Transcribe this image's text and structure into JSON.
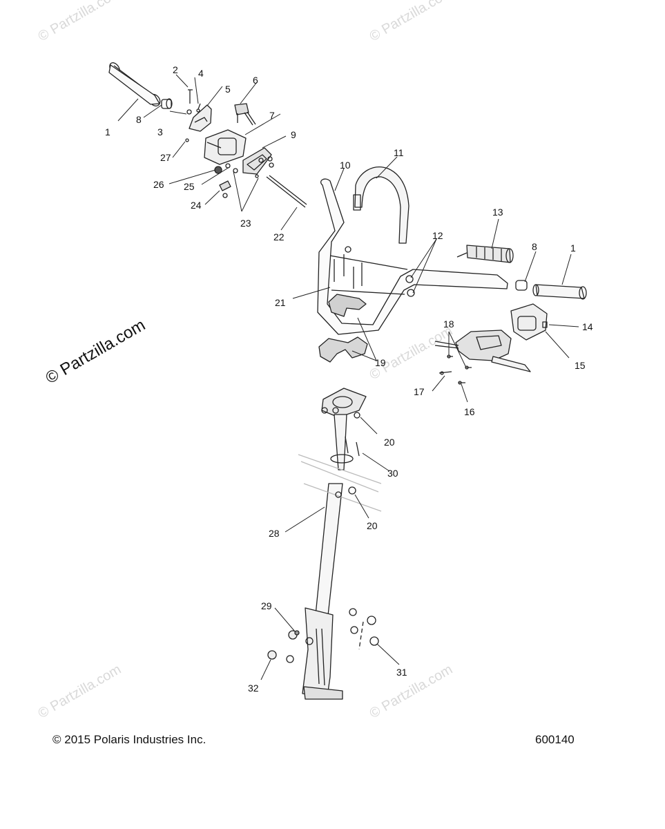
{
  "watermark": {
    "big": "© Partzilla.com",
    "small": "© Partzilla.com"
  },
  "callouts": [
    "1",
    "2",
    "3",
    "4",
    "5",
    "6",
    "7",
    "8",
    "9",
    "10",
    "11",
    "12",
    "13",
    "1",
    "8",
    "14",
    "15",
    "16",
    "17",
    "18",
    "19",
    "20",
    "20",
    "21",
    "22",
    "23",
    "24",
    "25",
    "26",
    "27",
    "28",
    "29",
    "30",
    "31",
    "32"
  ],
  "footer": {
    "copyright": "© 2015 Polaris Industries Inc.",
    "part_number": "600140"
  }
}
